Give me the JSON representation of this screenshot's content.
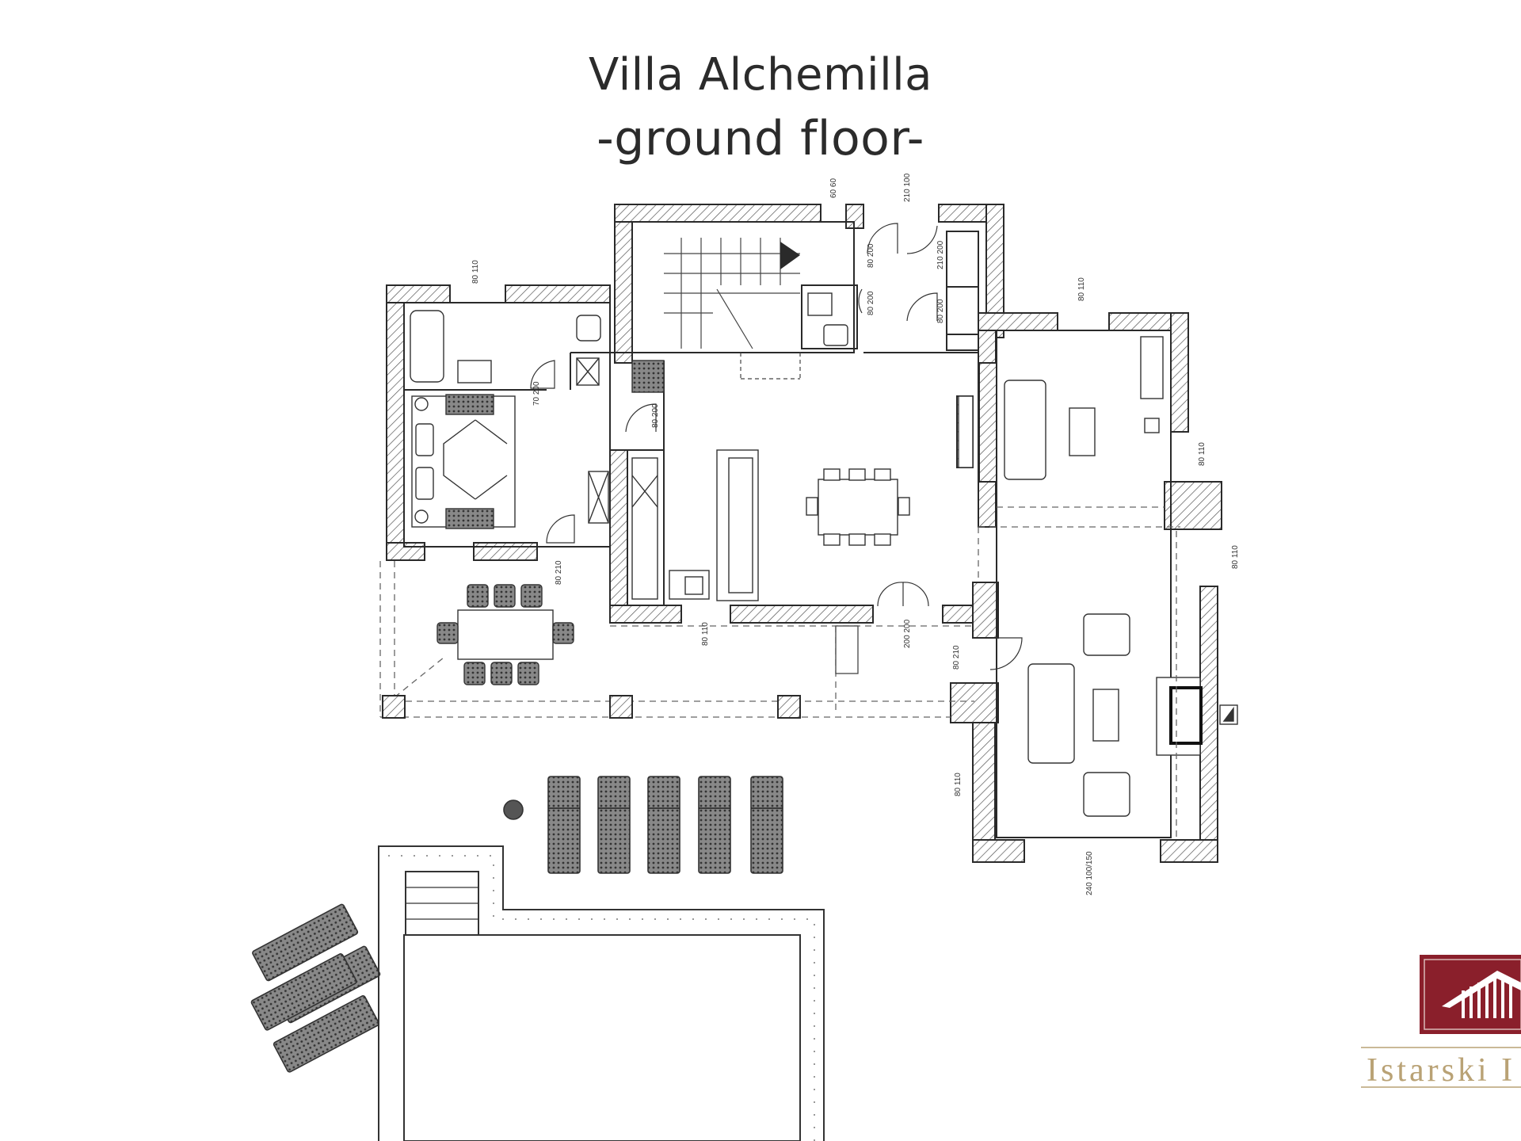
{
  "header": {
    "title": "Villa Alchemilla",
    "subtitle": "-ground floor-"
  },
  "colors": {
    "wall_line": "#2a2a2a",
    "hatch": "#555555",
    "brand_maroon": "#8a1f2b",
    "brand_gold": "#b9a275"
  },
  "dimensions": [
    {
      "id": "d1",
      "text": "80 110"
    },
    {
      "id": "d2",
      "text": "60 60"
    },
    {
      "id": "d3",
      "text": "210 100"
    },
    {
      "id": "d4",
      "text": "80 200"
    },
    {
      "id": "d5",
      "text": "210 200"
    },
    {
      "id": "d6",
      "text": "80 200"
    },
    {
      "id": "d7",
      "text": "80 200"
    },
    {
      "id": "d8",
      "text": "80 110"
    },
    {
      "id": "d9",
      "text": "70 200"
    },
    {
      "id": "d10",
      "text": "80 200"
    },
    {
      "id": "d11",
      "text": "80 110"
    },
    {
      "id": "d12",
      "text": "80 110"
    },
    {
      "id": "d13",
      "text": "80 210"
    },
    {
      "id": "d14",
      "text": "80 110"
    },
    {
      "id": "d15",
      "text": "200 200"
    },
    {
      "id": "d16",
      "text": "80 210"
    },
    {
      "id": "d17",
      "text": "80 110"
    },
    {
      "id": "d18",
      "text": "240 100/150"
    }
  ],
  "logo": {
    "icon": "house-roof-logo-icon",
    "text": "Istarski I"
  }
}
